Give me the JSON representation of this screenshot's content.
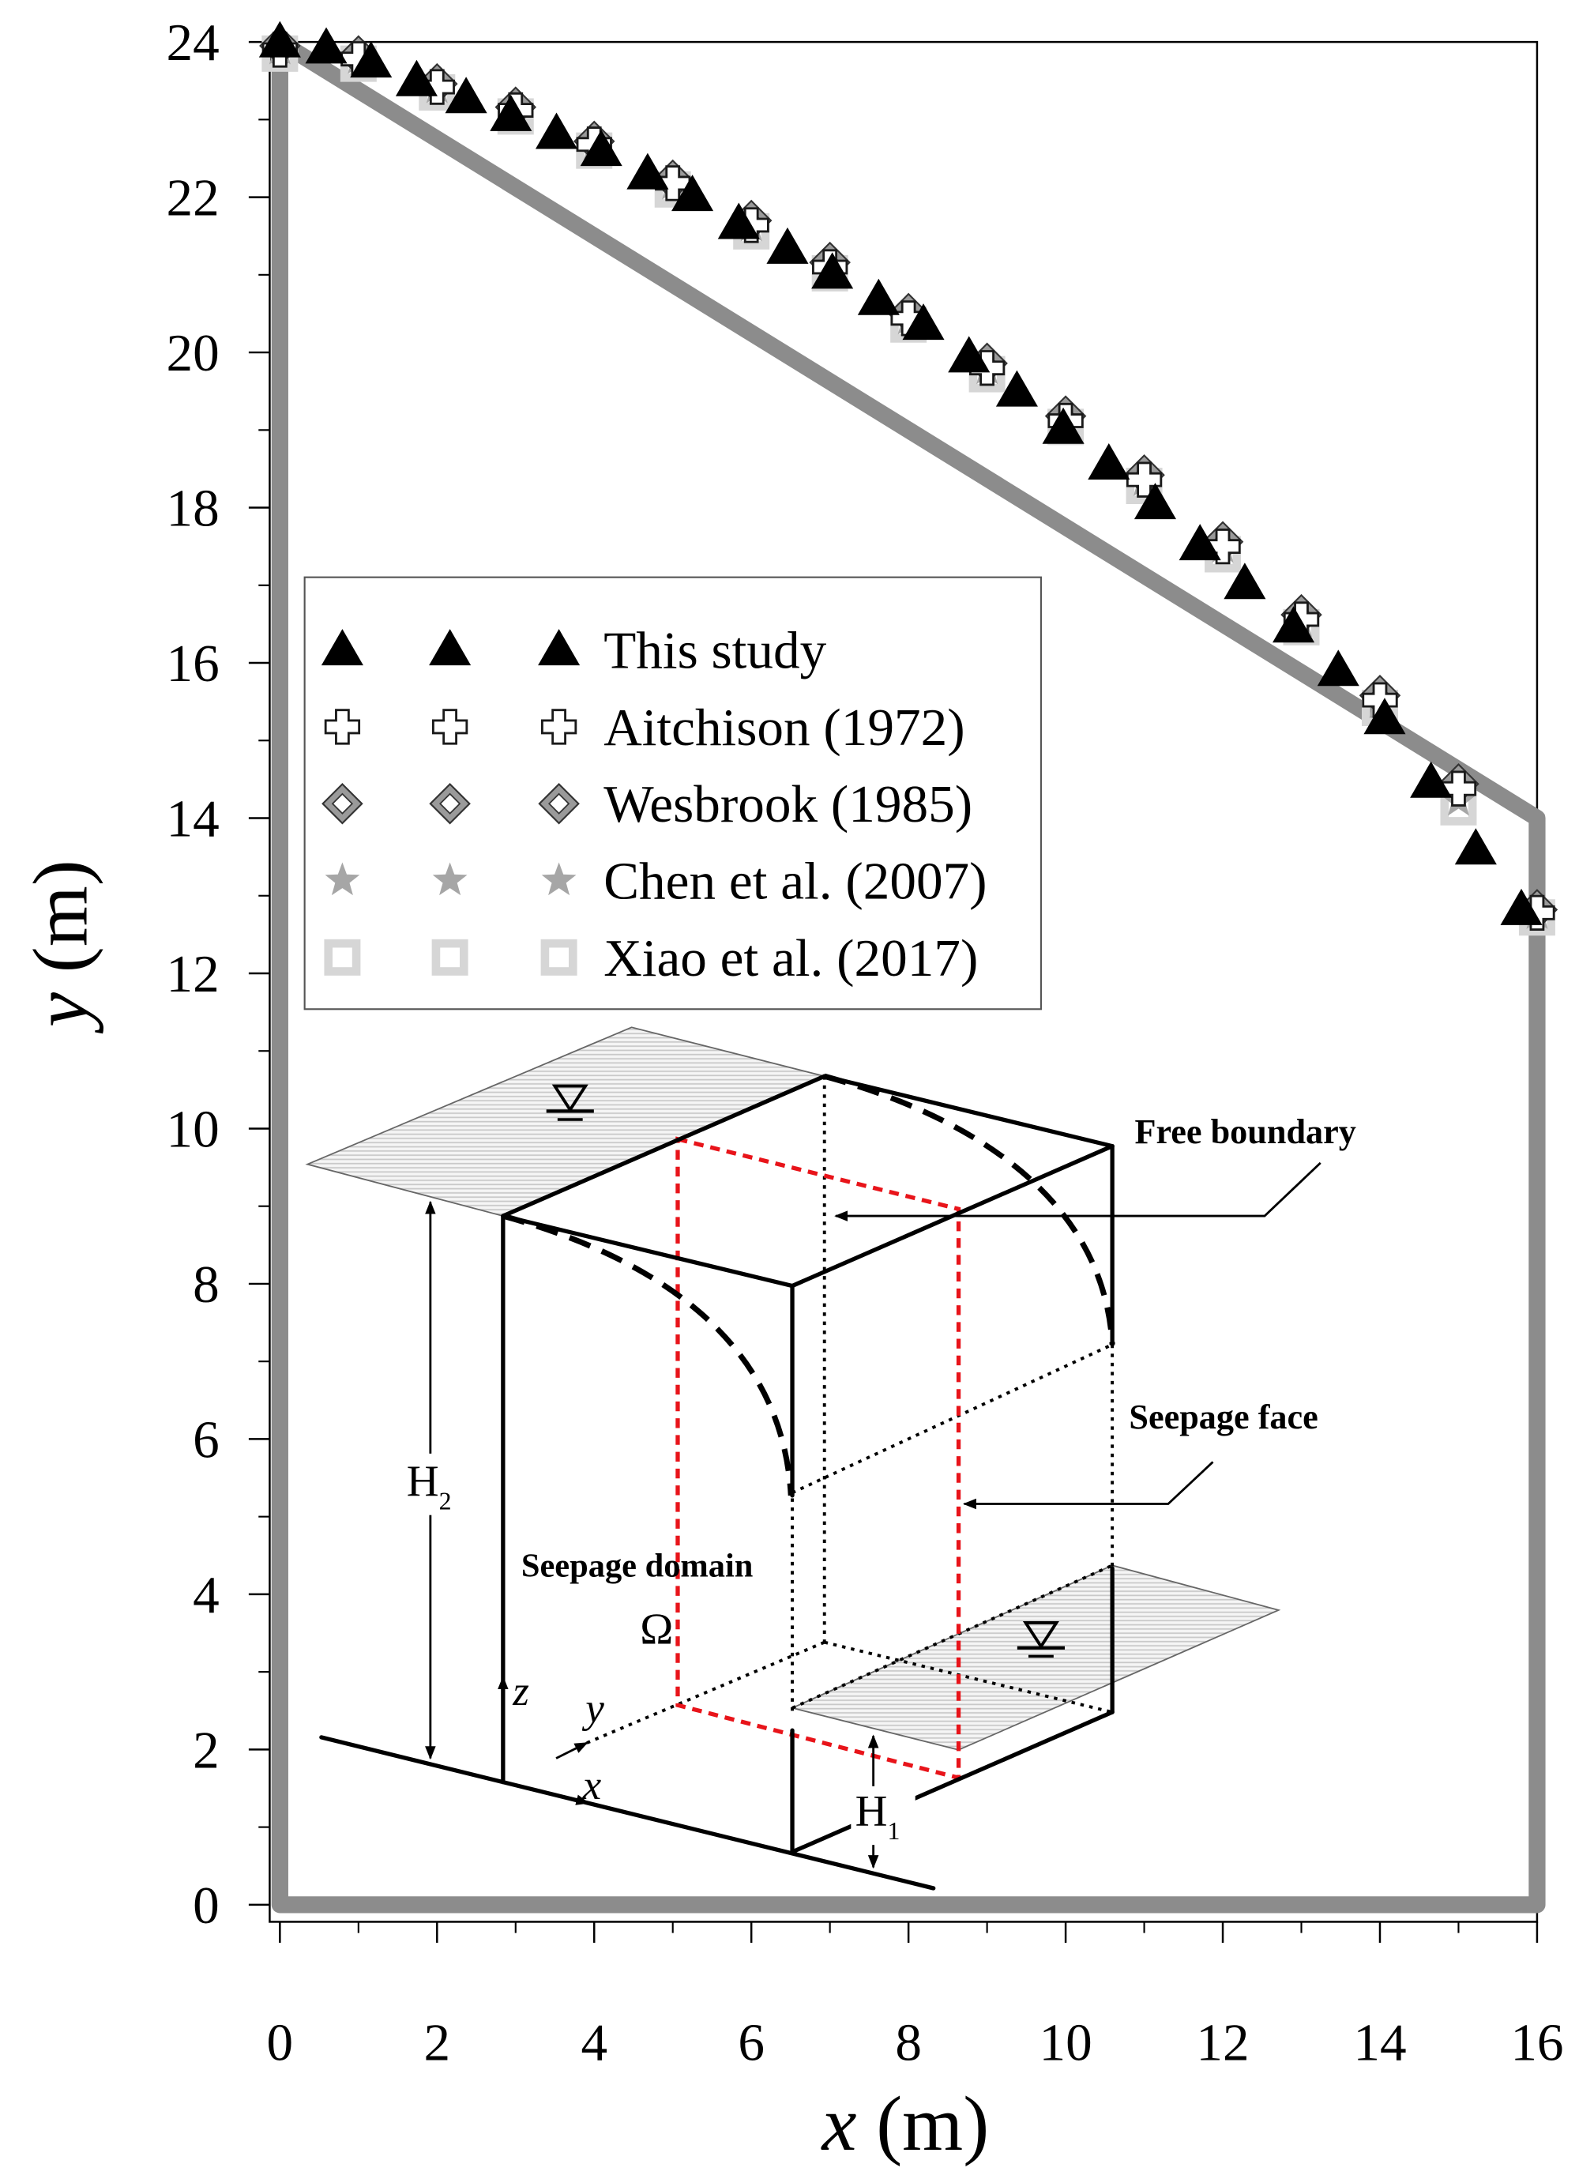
{
  "chart_data": {
    "type": "scatter",
    "xlabel": {
      "symbol": "x",
      "unit": "(m)"
    },
    "ylabel": {
      "symbol": "y",
      "unit": "(m)"
    },
    "xlim": [
      -0.13,
      16
    ],
    "ylim": [
      -0.22,
      24
    ],
    "xticks": [
      0,
      2,
      4,
      6,
      8,
      10,
      12,
      14,
      16
    ],
    "yticks": [
      0,
      2,
      4,
      6,
      8,
      10,
      12,
      14,
      16,
      18,
      20,
      22,
      24
    ],
    "grid": false,
    "legend": "center-left",
    "boundary": {
      "x": [
        0,
        16,
        16,
        0,
        0
      ],
      "y": [
        24,
        14,
        0,
        0,
        24
      ],
      "color": "#8c8c8c"
    },
    "series": [
      {
        "name": "This study",
        "marker": "triangle",
        "color": "#000000",
        "x": [
          0,
          0.59,
          1.16,
          1.74,
          2.37,
          2.94,
          3.52,
          4.09,
          4.68,
          5.25,
          5.84,
          6.46,
          7.03,
          7.62,
          8.19,
          8.77,
          9.38,
          9.97,
          10.55,
          11.14,
          11.71,
          12.28,
          12.9,
          13.47,
          14.06,
          14.65,
          15.22,
          15.8
        ],
        "y": [
          24.0,
          23.92,
          23.74,
          23.5,
          23.28,
          23.05,
          22.82,
          22.6,
          22.3,
          22.02,
          21.66,
          21.34,
          21.02,
          20.68,
          20.36,
          19.94,
          19.5,
          19.02,
          18.56,
          18.05,
          17.52,
          17.02,
          16.46,
          15.9,
          15.28,
          14.46,
          13.6,
          12.82
        ]
      },
      {
        "name": "Aitchison (1972)",
        "marker": "cross",
        "color": "#1a1a1a",
        "x": [
          0,
          1,
          2,
          3,
          4,
          5,
          6,
          7,
          8,
          9,
          10,
          11,
          12,
          13,
          14,
          15,
          16
        ],
        "y": [
          23.9,
          23.78,
          23.42,
          23.12,
          22.68,
          22.18,
          21.64,
          21.1,
          20.44,
          19.8,
          19.12,
          18.36,
          17.5,
          16.56,
          15.52,
          14.38,
          12.78
        ]
      },
      {
        "name": "Wesbrook (1985)",
        "marker": "diamond",
        "color": "#9a9a9a",
        "x": [
          0,
          1,
          2,
          3,
          4,
          5,
          6,
          7,
          8,
          9,
          10,
          11,
          12,
          13,
          14,
          15,
          16
        ],
        "y": [
          23.95,
          23.82,
          23.46,
          23.16,
          22.72,
          22.22,
          21.7,
          21.16,
          20.5,
          19.86,
          19.18,
          18.42,
          17.56,
          16.62,
          15.58,
          14.44,
          12.82
        ]
      },
      {
        "name": "Chen et al. (2007)",
        "marker": "star",
        "color": "#a6a6a6",
        "x": [
          0,
          1,
          2,
          3,
          4,
          5,
          6,
          7,
          8,
          9,
          10,
          11,
          12,
          13,
          14,
          15,
          16
        ],
        "y": [
          23.9,
          23.78,
          23.4,
          23.1,
          22.66,
          22.16,
          21.62,
          21.08,
          20.42,
          19.78,
          19.1,
          18.34,
          17.48,
          16.52,
          15.48,
          14.22,
          12.76
        ]
      },
      {
        "name": "Xiao et al. (2017)",
        "marker": "square",
        "color": "#d6d6d6",
        "x": [
          0,
          1,
          2,
          3,
          4,
          5,
          6,
          7,
          8,
          9,
          10,
          11,
          12,
          13,
          14,
          15,
          16
        ],
        "y": [
          23.85,
          23.72,
          23.35,
          23.04,
          22.6,
          22.1,
          21.56,
          21.02,
          20.36,
          19.72,
          19.04,
          18.28,
          17.4,
          16.46,
          15.42,
          14.14,
          12.72
        ]
      }
    ]
  },
  "diagram": {
    "free_boundary": "Free boundary",
    "seepage_face": "Seepage face",
    "seepage_domain": "Seepage domain",
    "omega": "Ω",
    "h2": {
      "letter": "H",
      "subscript": "2"
    },
    "h1": {
      "letter": "H",
      "subscript": "1"
    },
    "axes": {
      "x": "x",
      "y": "y",
      "z": "z"
    },
    "cross_section_color": "#e8141a"
  },
  "icons": {
    "water_level": "water-level-icon",
    "arrow": "arrowhead-icon"
  }
}
